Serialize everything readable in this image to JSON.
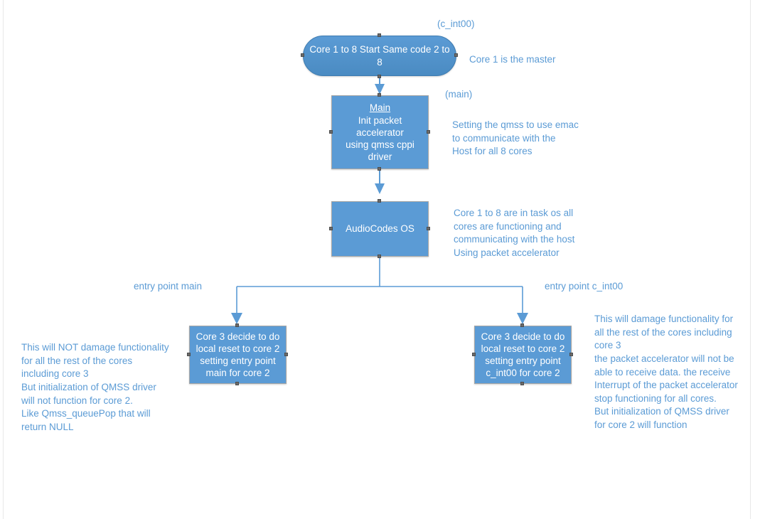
{
  "diagram": {
    "title": "Core 1 to 8 boot / local-reset entry point flow",
    "colors": {
      "node_fill": "#5B9BD5",
      "node_text": "#FFFFFF",
      "note_text": "#5B9BD5",
      "connector": "#5B9BD5",
      "node_border": "#A6A6A6",
      "frame_line": "#E8E8E8",
      "background": "#FFFFFF"
    },
    "nodes": [
      {
        "id": "start",
        "shape": "stadium",
        "title": "",
        "text": "Core 1 to 8 Start\nSame code 2 to 8"
      },
      {
        "id": "main",
        "shape": "rect",
        "title": "Main",
        "text": "Init packet\naccelerator\nusing qmss cppi\ndriver"
      },
      {
        "id": "os",
        "shape": "rect",
        "title": "",
        "text": "AudioCodes OS"
      },
      {
        "id": "branch_main",
        "shape": "rect",
        "title": "",
        "text": "Core 3 decide to do\nlocal reset to core 2\nsetting entry point\nmain for core 2"
      },
      {
        "id": "branch_cint00",
        "shape": "rect",
        "title": "",
        "text": "Core 3 decide to do\nlocal reset to core 2\nsetting entry point\nc_int00 for core 2"
      }
    ],
    "notes": {
      "c_int00_tag": "(c_int00)",
      "master_note": "Core 1 is the master",
      "main_tag": "(main)",
      "main_note": "Setting the qmss to use emac\nto communicate with the\nHost for all 8 cores",
      "os_note": "Core 1 to 8 are in task os all\ncores are functioning and\ncommunicating with the host\nUsing packet accelerator",
      "edge_label_left": "entry point main",
      "edge_label_right": "entry point c_int00",
      "left_outcome": "This will NOT damage functionality\nfor all the rest of the cores\nincluding core 3\nBut initialization of QMSS driver\nwill not function for core 2.\nLike Qmss_queuePop that will\nreturn NULL",
      "right_outcome": "This will damage functionality for\nall the rest of the cores including\ncore 3\nthe packet accelerator will not be\nable to receive data. the receive\nInterrupt of the packet accelerator\nstop functioning for all cores.\nBut initialization of QMSS driver\nfor core 2 will function"
    }
  }
}
